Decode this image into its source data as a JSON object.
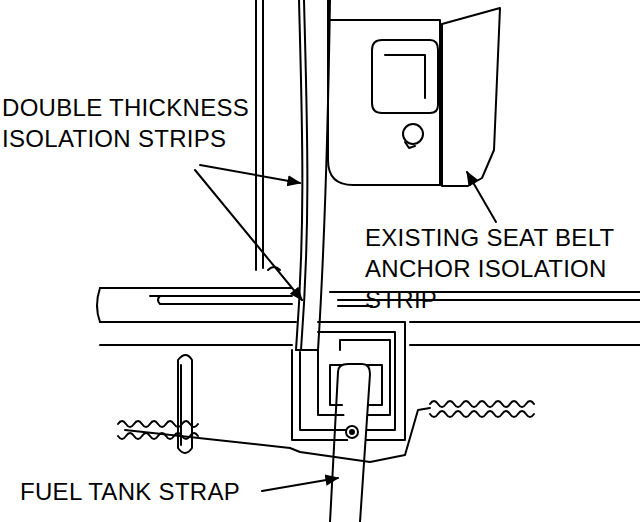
{
  "diagram": {
    "labels": [
      "DOUBLE THICKNESS ISOLATION STRIPS",
      "EXISTING SEAT BELT ANCHOR ISOLATION STRIP",
      "FUEL TANK STRAP"
    ]
  }
}
